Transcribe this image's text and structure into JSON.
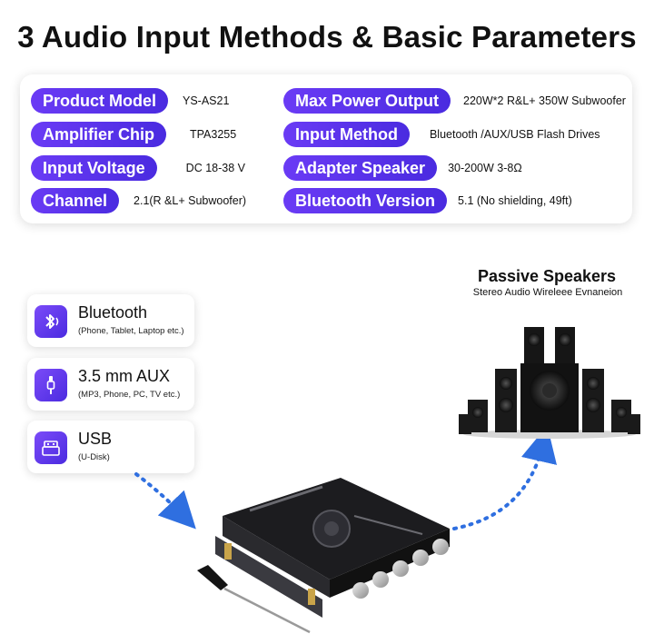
{
  "title": "3 Audio Input Methods & Basic Parameters",
  "specs": [
    {
      "label": "Product Model",
      "value": "YS-AS21"
    },
    {
      "label": "Amplifier Chip",
      "value": "TPA3255"
    },
    {
      "label": "Input Voltage",
      "value": "DC 18-38 V"
    },
    {
      "label": "Channel",
      "value": "2.1(R &L+ Subwoofer)"
    },
    {
      "label": "Max Power Output",
      "value": "220W*2 R&L+ 350W Subwoofer"
    },
    {
      "label": "Input Method",
      "value": "Bluetooth /AUX/USB Flash Drives"
    },
    {
      "label": "Adapter Speaker",
      "value": "30-200W 3-8Ω"
    },
    {
      "label": "Bluetooth Version",
      "value": "5.1 (No shielding, 49ft)"
    }
  ],
  "inputs": [
    {
      "title": "Bluetooth",
      "sub": "(Phone, Tablet, Laptop etc.)",
      "icon": "bluetooth-icon"
    },
    {
      "title": "3.5 mm AUX",
      "sub": "(MP3, Phone, PC, TV etc.)",
      "icon": "aux-jack-icon"
    },
    {
      "title": "USB",
      "sub": "(U-Disk)",
      "icon": "usb-icon"
    }
  ],
  "speakers": {
    "title": "Passive Speakers",
    "subtitle": "Stereo Audio Wireleee Evnaneion"
  },
  "colors": {
    "accent": "#5a33ea",
    "arrow": "#2f6fe0",
    "board": "#1c1c1f"
  }
}
